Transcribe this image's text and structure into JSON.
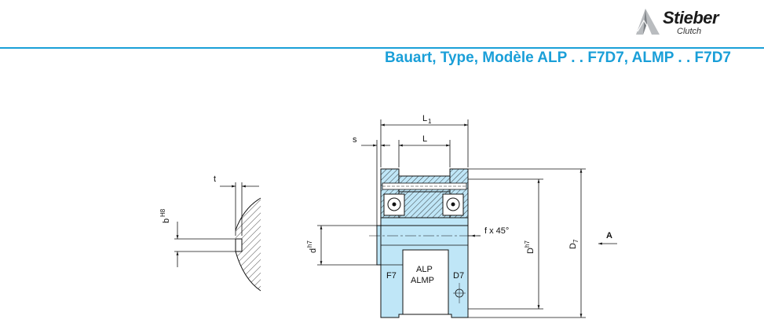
{
  "brand": {
    "name": "Stieber",
    "sub": "Clutch",
    "accent_color": "#1a9fd8"
  },
  "title": "Bauart, Type, Modèle ALP . . F7D7, ALMP . . F7D7",
  "detail_view": {
    "label_t": "t",
    "label_b": "b",
    "label_b_sup": "H8"
  },
  "section_view": {
    "label_L1": "L",
    "label_L1_sub": "1",
    "label_L": "L",
    "label_s": "s",
    "label_fillet": "f x 45°",
    "label_d": "d",
    "label_d_sub": "h7",
    "label_Dh": "D",
    "label_Dh_sub": "h7",
    "label_D": "D",
    "label_D_sub": "7",
    "label_F7": "F7",
    "label_D7": "D7",
    "label_model_1": "ALP",
    "label_model_2": "ALMP",
    "label_A": "A"
  },
  "colors": {
    "part_fill": "#bfe6f7",
    "bore_fill": "#ffffff",
    "line": "#111111"
  }
}
